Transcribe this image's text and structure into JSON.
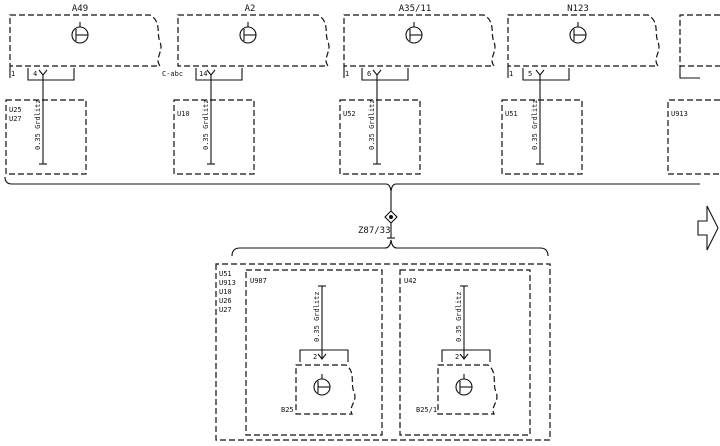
{
  "top_modules": [
    {
      "name": "A49",
      "pin": "4",
      "left_pin": "1",
      "unit": "U25\nU27",
      "wire": "0.35 Grdlitz"
    },
    {
      "name": "A2",
      "pin": "14",
      "left_pin": "C-abc",
      "unit": "U10",
      "wire": "0.35 Grdlitz"
    },
    {
      "name": "A35/11",
      "pin": "6",
      "left_pin": "1",
      "unit": "U52",
      "wire": "0.35 Grdlitz"
    },
    {
      "name": "N123",
      "pin": "5",
      "left_pin": "1",
      "unit": "U51",
      "wire": "0.35 Grdlitz"
    },
    {
      "name": "",
      "pin": "",
      "left_pin": "",
      "unit": "U913",
      "wire": ""
    }
  ],
  "junction": {
    "label": "Z87/33"
  },
  "bottom_group": {
    "units": [
      "U51",
      "U913",
      "U10",
      "U26",
      "U27"
    ],
    "sub_boxes": [
      {
        "unit": "U987",
        "wire": "0.35 Grdlitz",
        "pin": "2",
        "sensor": "B25"
      },
      {
        "unit": "U42",
        "wire": "0.35 Grdlitz",
        "pin": "2",
        "sensor": "B25/1"
      }
    ]
  },
  "continuation_arrow": "right-arrow-icon"
}
